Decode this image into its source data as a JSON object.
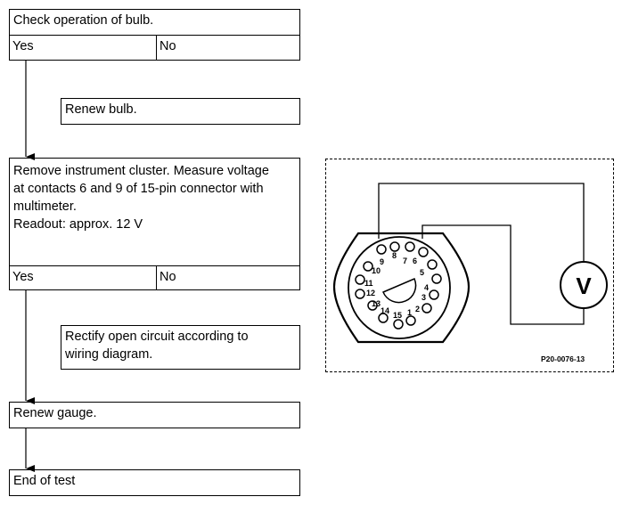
{
  "flow": {
    "step1": {
      "text": "Check operation of bulb.",
      "yes": "Yes",
      "no": "No"
    },
    "action1": "Renew bulb.",
    "step2": {
      "line1": "Remove instrument cluster. Measure voltage",
      "line2": "at contacts 6 and 9 of 15-pin connector with",
      "line3": "multimeter.",
      "line4": "Readout: approx. 12 V",
      "yes": "Yes",
      "no": "No"
    },
    "action2": {
      "line1": "Rectify open circuit according to",
      "line2": "wiring diagram."
    },
    "step3": "Renew gauge.",
    "step4": "End of test"
  },
  "connector_diagram": {
    "pins": [
      "1",
      "2",
      "3",
      "4",
      "5",
      "6",
      "7",
      "8",
      "9",
      "10",
      "11",
      "12",
      "13",
      "14",
      "15"
    ],
    "meter_symbol": "V",
    "figure_code": "P20-0076-13"
  }
}
